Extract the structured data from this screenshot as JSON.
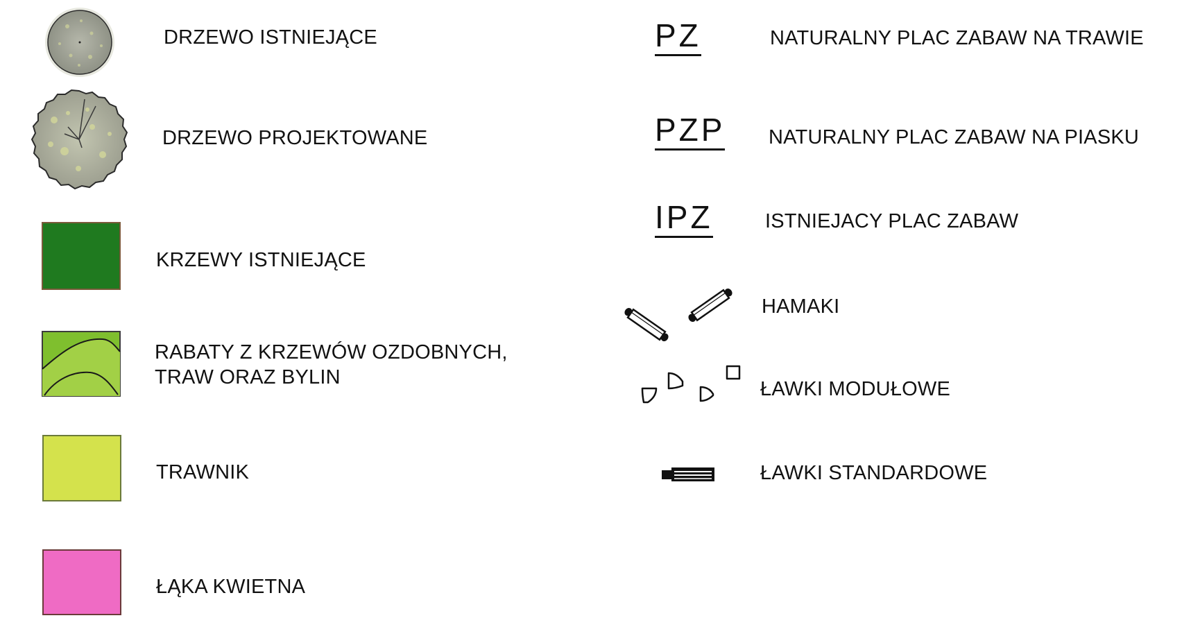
{
  "legend": {
    "left": {
      "existing_tree": "DRZEWO ISTNIEJĄCE",
      "planned_tree": "DRZEWO PROJEKTOWANE",
      "existing_shrubs": "KRZEWY ISTNIEJĄCE",
      "flowerbeds_line1": "RABATY Z KRZEWÓW OZDOBNYCH,",
      "flowerbeds_line2": "TRAW  ORAZ BYLIN",
      "lawn": "TRAWNIK",
      "meadow": "ŁĄKA KWIETNA"
    },
    "right": {
      "pz_code": "PZ",
      "pz_label": "NATURALNY PLAC ZABAW  NA  TRAWIE",
      "pzp_code": "PZP",
      "pzp_label": "NATURALNY PLAC ZABAW  NA  PIASKU",
      "ipz_code": "IPZ",
      "ipz_label": "ISTNIEJACY PLAC ZABAW",
      "hammocks": "HAMAKI",
      "modular_benches": "ŁAWKI MODUŁOWE",
      "standard_benches": "ŁAWKI STANDARDOWE"
    }
  },
  "colors": {
    "existing_shrubs": "#1f7a1f",
    "flowerbeds": "#8cc63f",
    "lawn": "#d4e24c",
    "meadow": "#ef6bc4",
    "tree_fill": "#a7a99b"
  }
}
